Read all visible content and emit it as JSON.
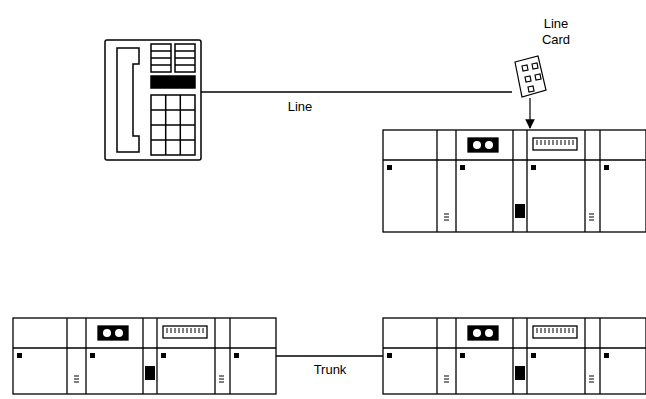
{
  "diagram": {
    "labels": [
      "Line Card",
      "Line",
      "Trunk"
    ]
  }
}
